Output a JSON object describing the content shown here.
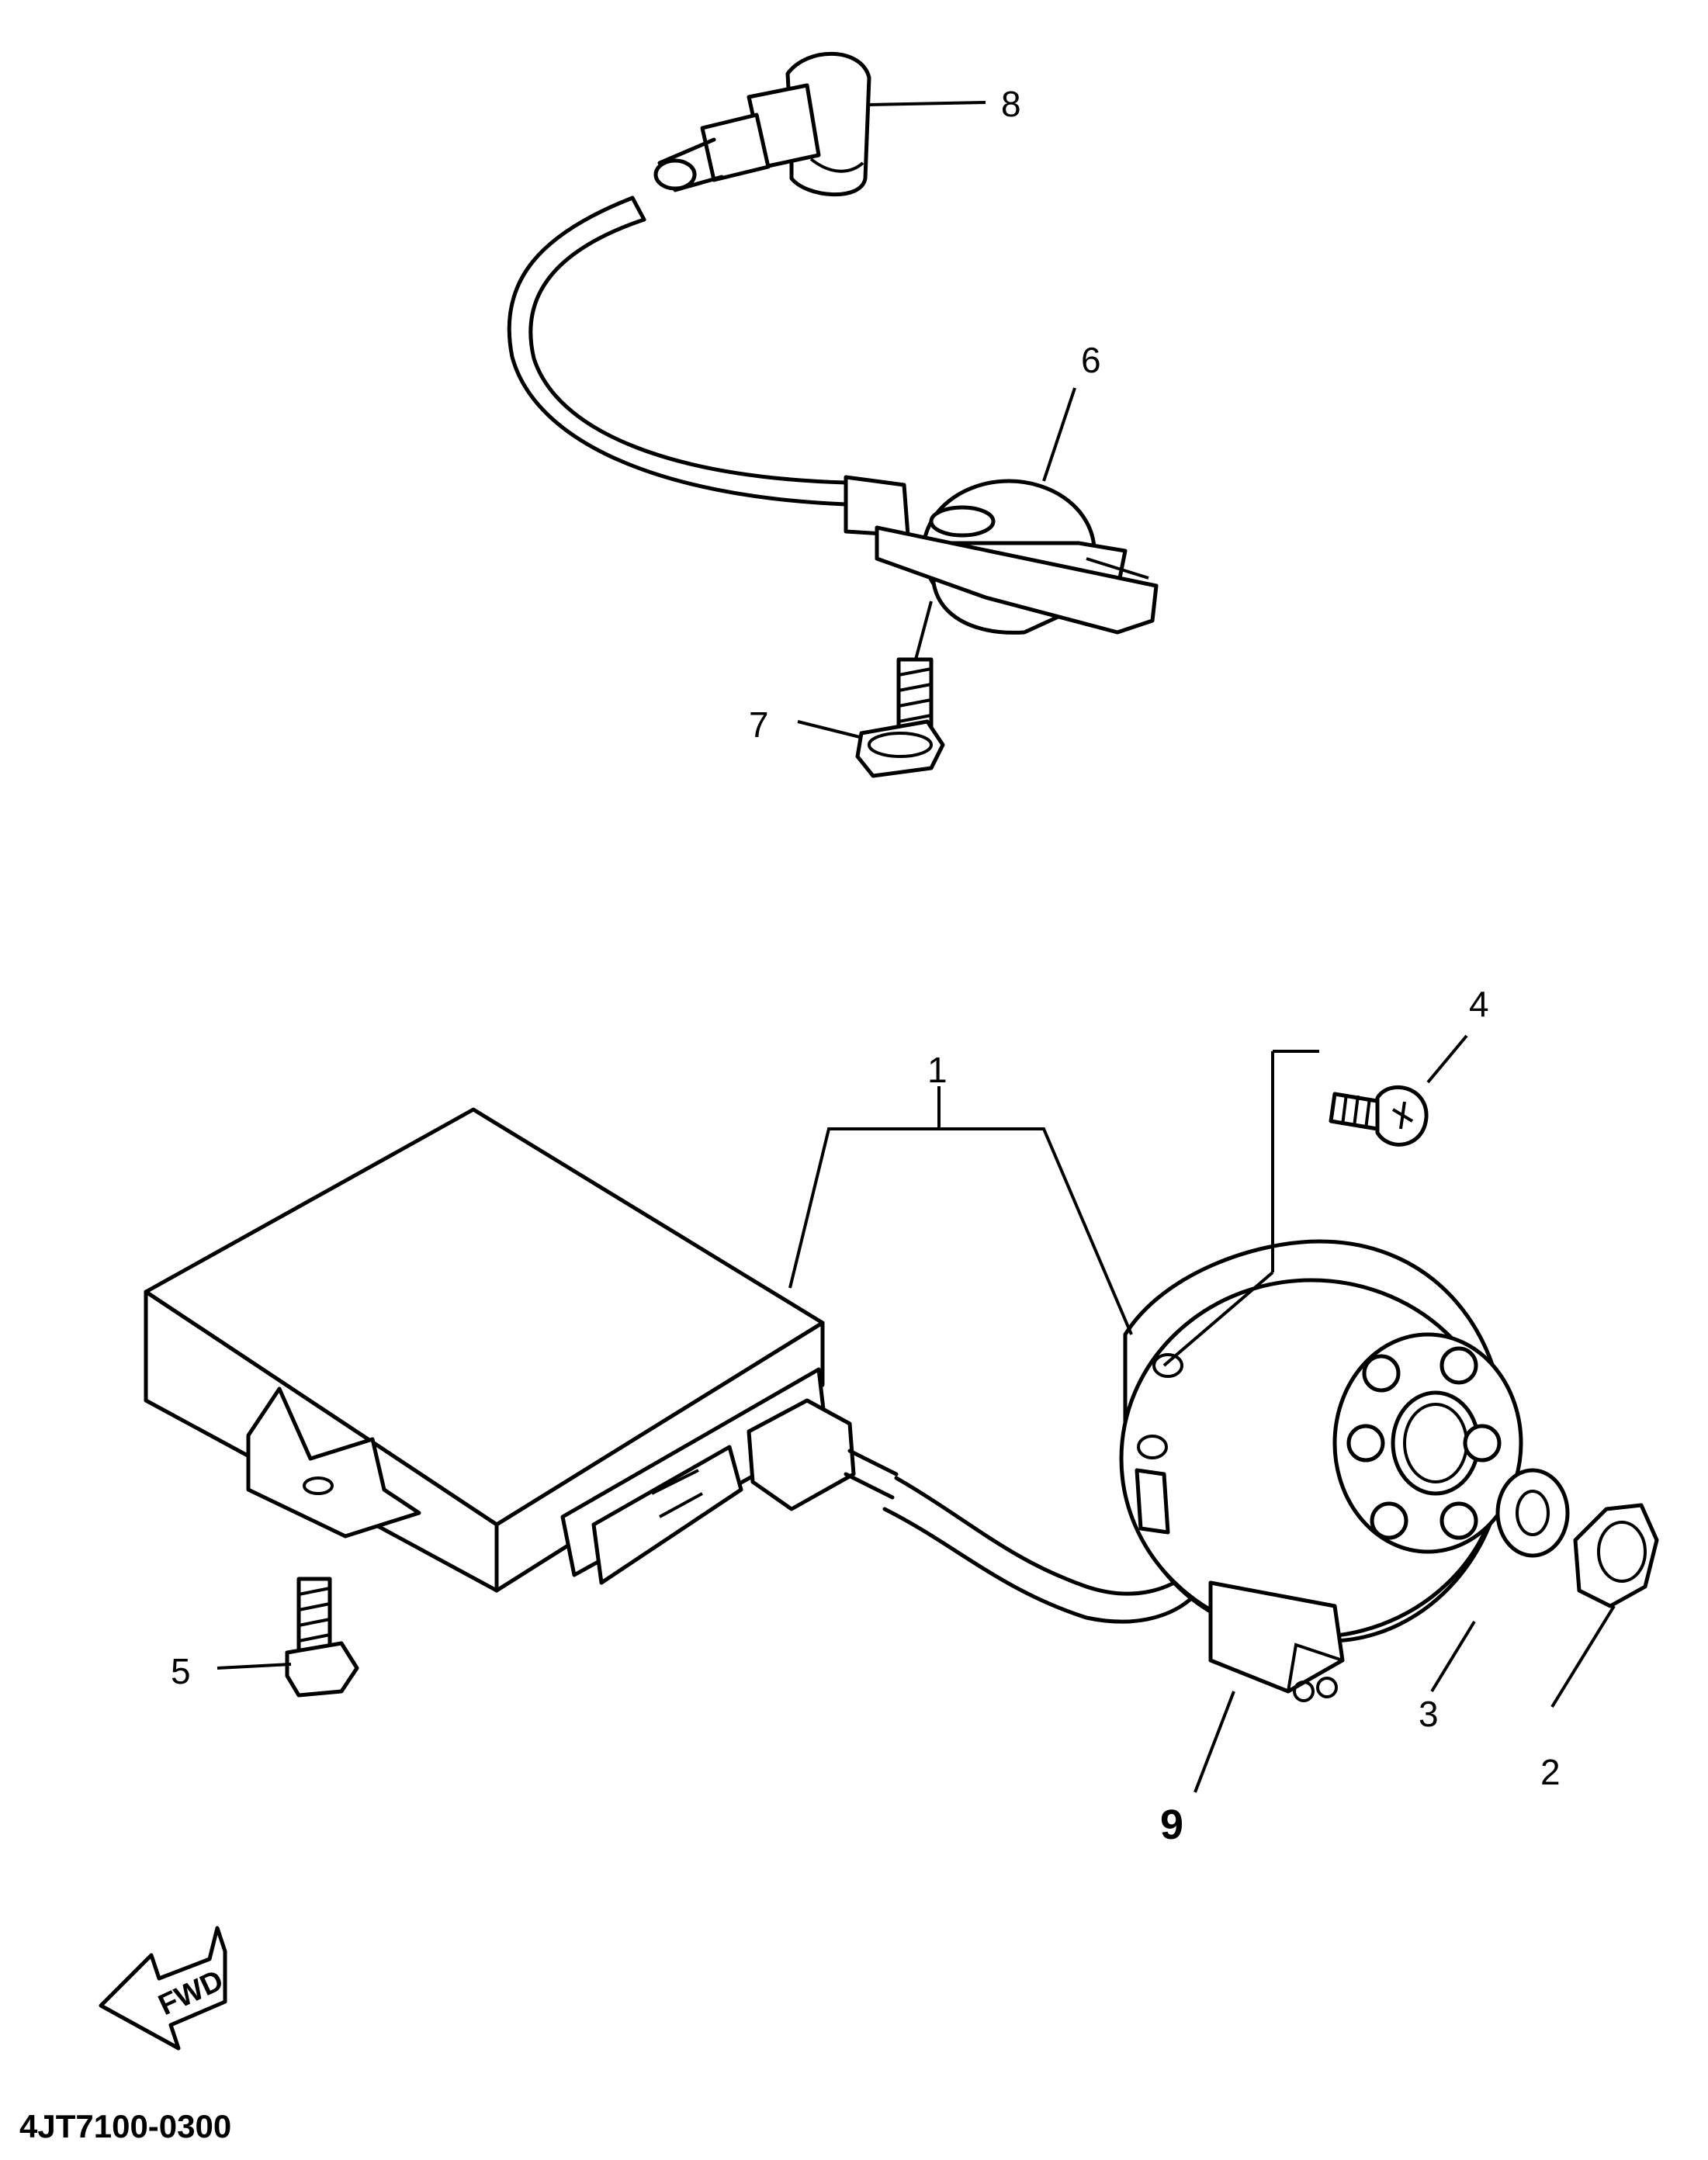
{
  "callouts": {
    "c1": "1",
    "c2": "2",
    "c3": "3",
    "c4": "4",
    "c5": "5",
    "c6": "6",
    "c7": "7",
    "c8": "8",
    "c9": "9"
  },
  "fwd_label": "FWD",
  "diagram_code": "4JT7100-0300"
}
